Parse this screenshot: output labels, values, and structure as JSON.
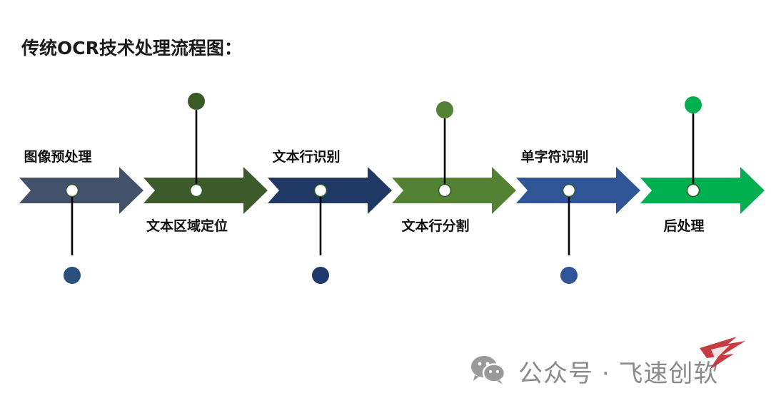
{
  "title": "传统OCR技术处理流程图：",
  "steps": [
    {
      "label": "图像预处理",
      "color": "#42526b",
      "dot_color": "#2c4f7c",
      "label_side": "top",
      "stem_side": "bottom"
    },
    {
      "label": "文本区域定位",
      "color": "#3c5a2a",
      "dot_color": "#3a5a28",
      "label_side": "bottom",
      "stem_side": "top"
    },
    {
      "label": "文本行识别",
      "color": "#203864",
      "dot_color": "#20396b",
      "label_side": "top",
      "stem_side": "bottom"
    },
    {
      "label": "文本行分割",
      "color": "#548235",
      "dot_color": "#538135",
      "label_side": "bottom",
      "stem_side": "top"
    },
    {
      "label": "单字符识别",
      "color": "#2f5597",
      "dot_color": "#2f5597",
      "label_side": "top",
      "stem_side": "bottom"
    },
    {
      "label": "后处理",
      "color": "#00b050",
      "dot_color": "#00b050",
      "label_side": "bottom",
      "stem_side": "top"
    }
  ],
  "watermark": {
    "text": "公众号 · 飞速创软",
    "icon": "wechat-icon",
    "logo": "feisu-logo",
    "logo_color": "#c0272d"
  }
}
